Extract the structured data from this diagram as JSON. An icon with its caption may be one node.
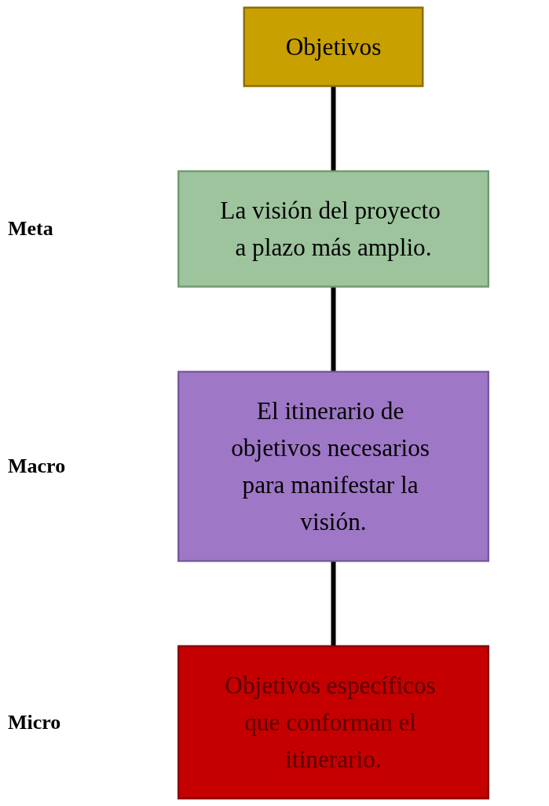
{
  "diagram": {
    "nodes": [
      {
        "text": [
          "Objetivos"
        ]
      },
      {
        "text": [
          "La visión del proyecto a plazo más amplio."
        ]
      },
      {
        "text": [
          "El itinerario de objetivos necesarios para manifestar la visión."
        ]
      },
      {
        "text": [
          "Objetivos específicos que conforman el itinerario."
        ]
      }
    ],
    "labels": [
      "Meta",
      "Macro",
      "Micro"
    ],
    "edges": [
      {
        "from": 0,
        "to": 1,
        "arrow": "none"
      },
      {
        "from": 1,
        "to": 2,
        "arrow": "none"
      },
      {
        "from": 2,
        "to": 3,
        "arrow": "none"
      }
    ]
  }
}
